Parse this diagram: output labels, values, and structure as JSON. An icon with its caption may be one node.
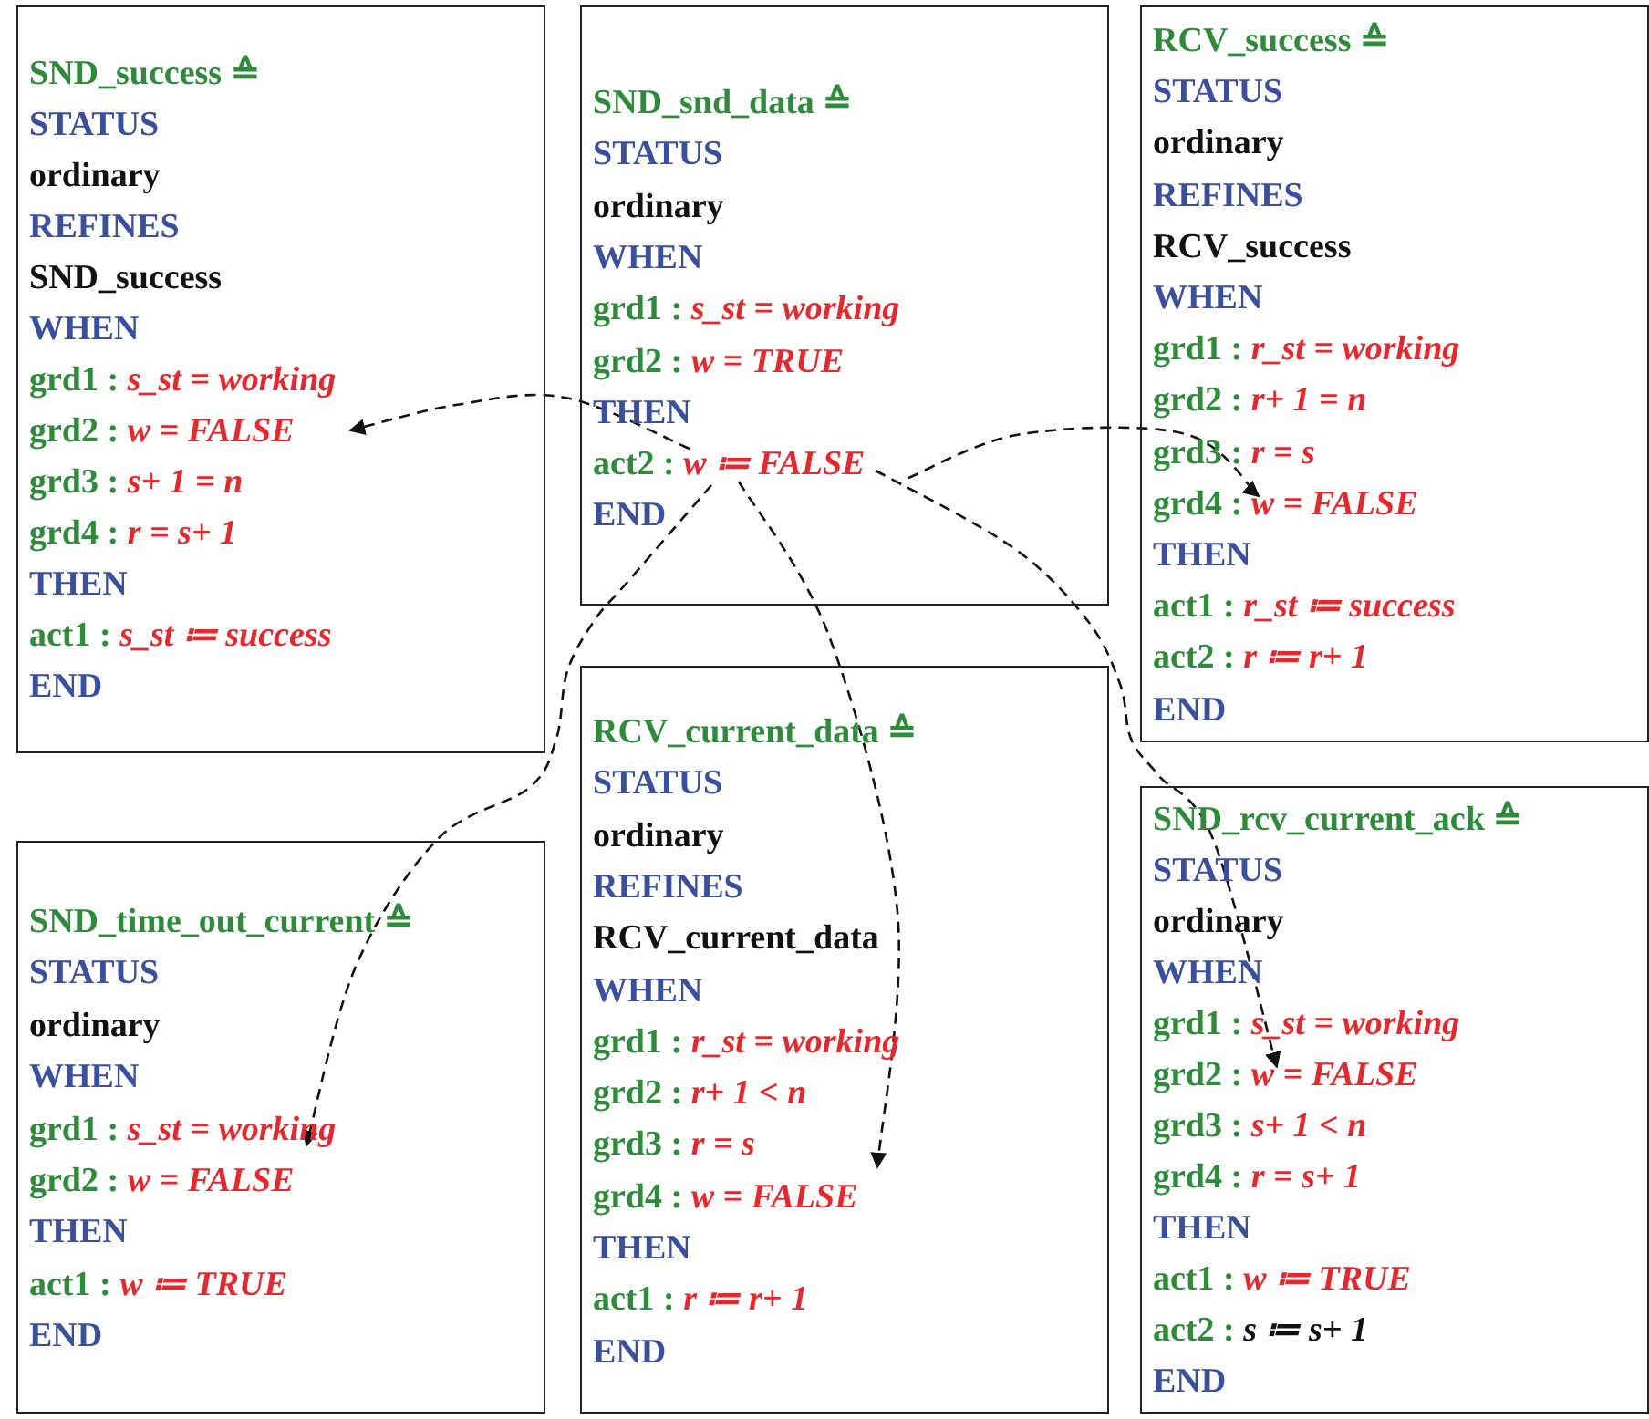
{
  "diagram": {
    "nodes": [
      {
        "text": [
          "SND_success ≙",
          "STATUS",
          "ordinary",
          "REFINES",
          "SND_success",
          "WHEN",
          "grd1 : *s_st = working*",
          "grd2 : *w = FALSE*",
          "grd3 : *s+ 1 = n*",
          "grd4 : *r = s+ 1*",
          "THEN",
          "act1 : *s_st ≔ success*",
          "END"
        ]
      },
      {
        "text": [
          "SND_snd_data ≙",
          "STATUS",
          "ordinary",
          "WHEN",
          "grd1 : *s_st = working*",
          "grd2 : *w = TRUE*",
          "THEN",
          "act2 : *w ≔ FALSE*",
          "END"
        ]
      },
      {
        "text": [
          "RCV_success ≙",
          "STATUS",
          "ordinary",
          "REFINES",
          "RCV_success",
          "WHEN",
          "grd1 : *r_st = working*",
          "grd2 : *r+ 1 = n*",
          "grd3 : *r = s*",
          "grd4 : *w = FALSE*",
          "THEN",
          "act1 : *r_st ≔ success*",
          "act2 : *r ≔ r+ 1*",
          "END"
        ]
      },
      {
        "text": [
          "SND_time_out_current ≙",
          "STATUS",
          "ordinary",
          "WHEN",
          "grd1 : *s_st = working*",
          "grd2 : *w = FALSE*",
          "THEN",
          "act1 : *w ≔ TRUE*",
          "END"
        ]
      },
      {
        "text": [
          "RCV_current_data ≙",
          "STATUS",
          "ordinary",
          "REFINES",
          "RCV_current_data",
          "WHEN",
          "grd1 : *r_st = working*",
          "grd2 : *r+ 1 < n*",
          "grd3 : *r = s*",
          "grd4 : *w = FALSE*",
          "THEN",
          "act1 : *r ≔ r+ 1*",
          "END"
        ]
      },
      {
        "text": [
          "SND_rcv_current_ack ≙",
          "STATUS",
          "ordinary",
          "WHEN",
          "grd1 : *s_st = working*",
          "grd2 : *w = FALSE*",
          "grd3 : *s+ 1 < n*",
          "grd4 : *r = s+ 1*",
          "THEN",
          "act1 : *w ≔ TRUE*",
          "act2 : *s ≔ s+ 1*",
          "END"
        ]
      }
    ],
    "edges": [
      {
        "from": 1,
        "to": 0,
        "arrow": "to",
        "style": "dashed"
      },
      {
        "from": 1,
        "to": 2,
        "arrow": "to",
        "style": "dashed"
      },
      {
        "from": 1,
        "to": 3,
        "arrow": "to",
        "style": "dashed"
      },
      {
        "from": 1,
        "to": 4,
        "arrow": "to",
        "style": "dashed"
      },
      {
        "from": 1,
        "to": 5,
        "arrow": "to",
        "style": "dashed"
      }
    ]
  }
}
